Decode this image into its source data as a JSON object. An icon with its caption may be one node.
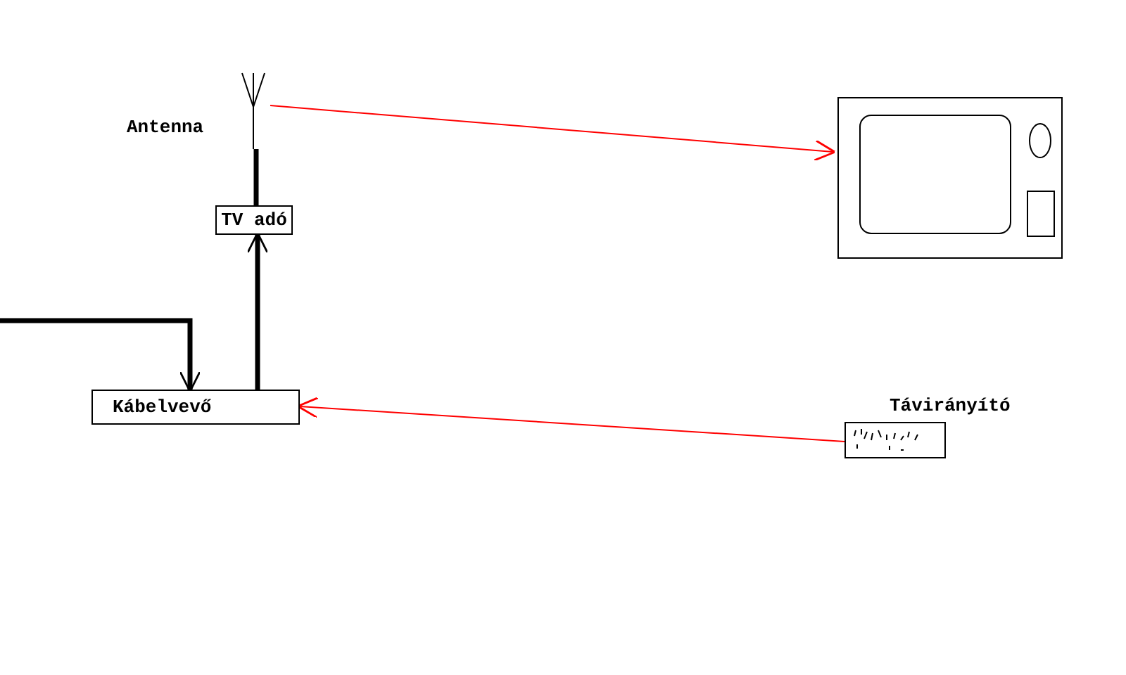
{
  "diagram": {
    "nodes": [
      {
        "text": [
          "Antenna"
        ]
      },
      {
        "text": [
          "TV adó"
        ]
      },
      {
        "text": [
          "Kábelvevő"
        ]
      },
      {
        "text": [],
        "shape": "picture"
      },
      {
        "text": [
          "Távirányító"
        ]
      }
    ],
    "edges": [
      {
        "from": 0,
        "to": 3,
        "arrow": "to",
        "color": "#ff0000"
      },
      {
        "from": 0,
        "to": 1,
        "arrow": "none"
      },
      {
        "from": 2,
        "to": 1,
        "arrow": "to"
      },
      {
        "from": null,
        "to": 2,
        "arrow": "to"
      },
      {
        "from": 4,
        "to": 2,
        "arrow": "to",
        "color": "#ff0000"
      }
    ]
  }
}
